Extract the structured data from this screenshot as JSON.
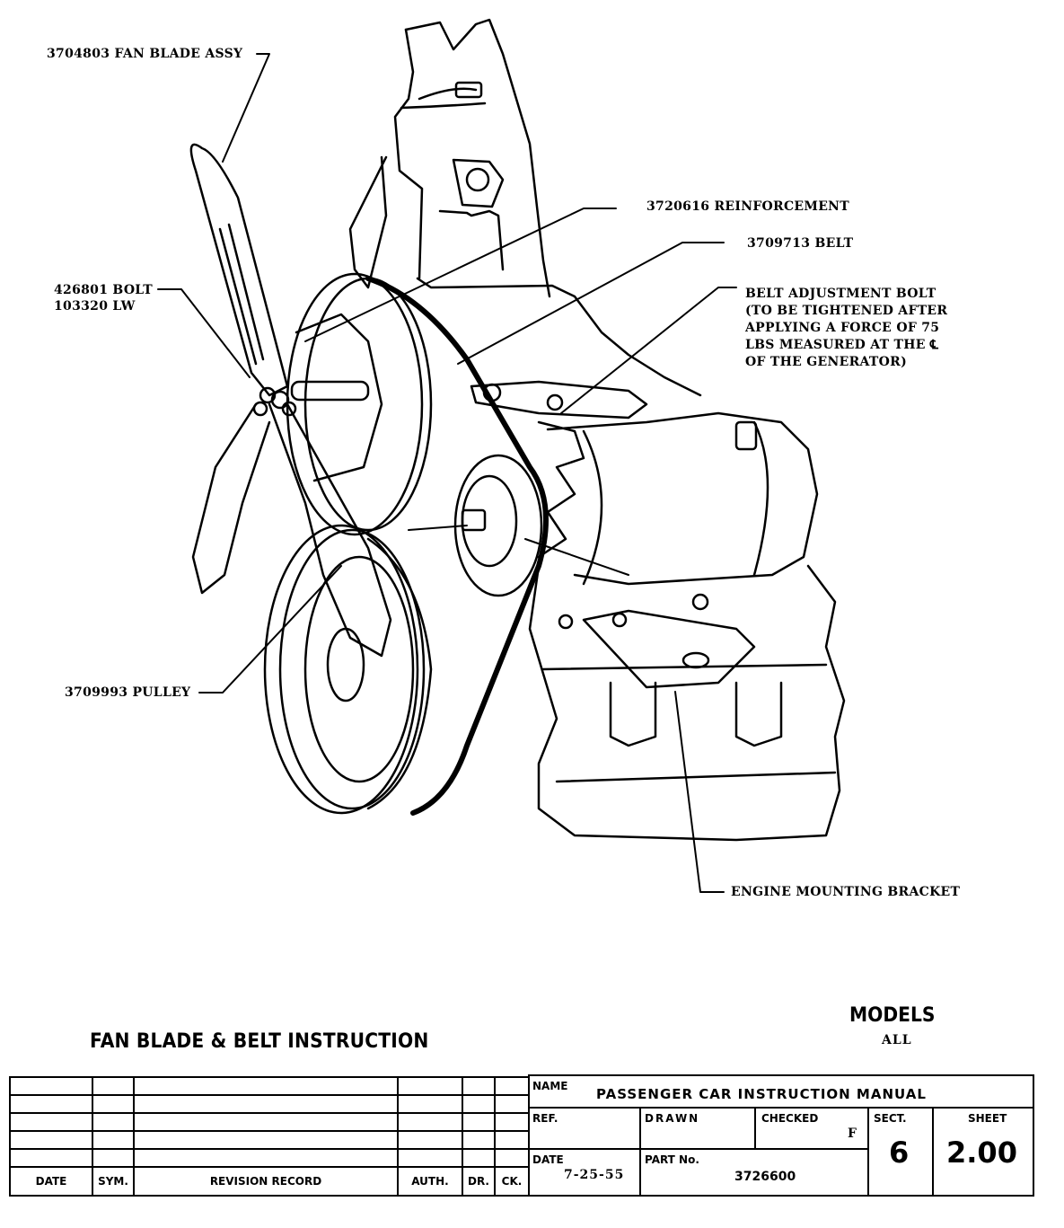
{
  "callouts": {
    "fan_blade": "3704803 FAN BLADE ASSY",
    "reinforcement": "3720616 REINFORCEMENT",
    "belt": "3709713 BELT",
    "bolt_line1": "426801 BOLT",
    "bolt_line2": "103320 LW",
    "belt_adjust": [
      "BELT ADJUSTMENT BOLT",
      "(TO BE TIGHTENED AFTER",
      "APPLYING A FORCE OF 75",
      "LBS MEASURED AT THE ℄",
      "OF THE GENERATOR)"
    ],
    "pulley": "3709993 PULLEY",
    "mount_bracket": "ENGINE MOUNTING BRACKET"
  },
  "title": "FAN BLADE & BELT INSTRUCTION",
  "models": {
    "label": "MODELS",
    "value": "ALL"
  },
  "revision_table": {
    "headers": [
      "DATE",
      "SYM.",
      "REVISION RECORD",
      "AUTH.",
      "DR.",
      "CK."
    ],
    "rows": [
      [
        "",
        "",
        "",
        "",
        "",
        ""
      ],
      [
        "",
        "",
        "",
        "",
        "",
        ""
      ],
      [
        "",
        "",
        "",
        "",
        "",
        ""
      ],
      [
        "",
        "",
        "",
        "",
        "",
        ""
      ],
      [
        "",
        "",
        "",
        "",
        "",
        ""
      ]
    ]
  },
  "title_block": {
    "name_label": "NAME",
    "name_value": "PASSENGER CAR INSTRUCTION MANUAL",
    "ref_label": "REF.",
    "ref_value": "",
    "drawn_label": "DRAWN",
    "drawn_value": "",
    "checked_label": "CHECKED",
    "checked_value": "F",
    "date_label": "DATE",
    "date_value": "7-25-55",
    "part_label": "PART No.",
    "part_value": "3726600",
    "sect_label": "SECT.",
    "sect_value": "6",
    "sheet_label": "SHEET",
    "sheet_value": "2.00"
  }
}
